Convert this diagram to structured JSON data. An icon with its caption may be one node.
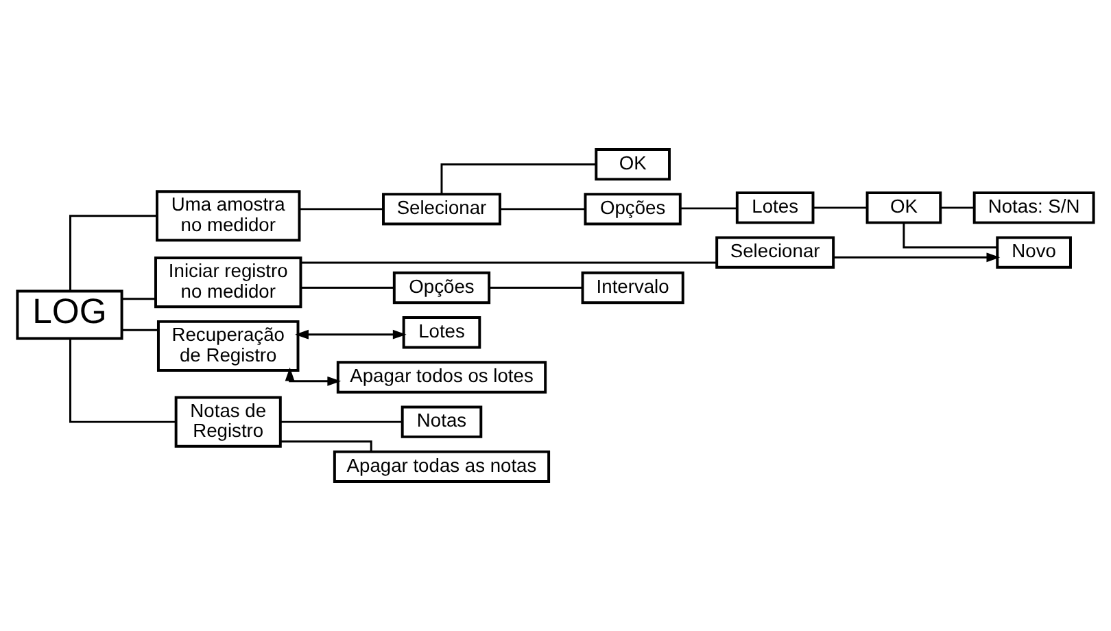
{
  "diagram": {
    "nodes": [
      {
        "text": [
          "LOG"
        ]
      },
      {
        "text": [
          "Uma amostra no medidor"
        ]
      },
      {
        "text": [
          "Selecionar"
        ]
      },
      {
        "text": [
          "OK"
        ]
      },
      {
        "text": [
          "Opções"
        ]
      },
      {
        "text": [
          "Lotes"
        ]
      },
      {
        "text": [
          "OK"
        ]
      },
      {
        "text": [
          "Notas: S/N"
        ]
      },
      {
        "text": [
          "Novo"
        ]
      },
      {
        "text": [
          "Iniciar registro no medidor"
        ]
      },
      {
        "text": [
          "Selecionar"
        ]
      },
      {
        "text": [
          "Opções"
        ]
      },
      {
        "text": [
          "Intervalo"
        ]
      },
      {
        "text": [
          "Recuperação de Registro"
        ]
      },
      {
        "text": [
          "Lotes"
        ]
      },
      {
        "text": [
          "Apagar todos os lotes"
        ]
      },
      {
        "text": [
          "Notas de Registro"
        ]
      },
      {
        "text": [
          "Notas"
        ]
      },
      {
        "text": [
          "Apagar todas as notas"
        ]
      }
    ],
    "edges": [
      {
        "from": 0,
        "to": 1,
        "arrow": "none"
      },
      {
        "from": 1,
        "to": 2,
        "arrow": "none"
      },
      {
        "from": 2,
        "to": 3,
        "arrow": "none"
      },
      {
        "from": 2,
        "to": 4,
        "arrow": "none"
      },
      {
        "from": 4,
        "to": 5,
        "arrow": "none"
      },
      {
        "from": 5,
        "to": 6,
        "arrow": "none"
      },
      {
        "from": 6,
        "to": 7,
        "arrow": "none"
      },
      {
        "from": 6,
        "to": 8,
        "arrow": "none"
      },
      {
        "from": 0,
        "to": 9,
        "arrow": "none"
      },
      {
        "from": 9,
        "to": 10,
        "arrow": "none"
      },
      {
        "from": 10,
        "to": 8,
        "arrow": "to"
      },
      {
        "from": 9,
        "to": 11,
        "arrow": "none"
      },
      {
        "from": 11,
        "to": 12,
        "arrow": "none"
      },
      {
        "from": 0,
        "to": 13,
        "arrow": "none"
      },
      {
        "from": 13,
        "to": 14,
        "arrow": "both"
      },
      {
        "from": 13,
        "to": 15,
        "arrow": "both"
      },
      {
        "from": 0,
        "to": 16,
        "arrow": "none"
      },
      {
        "from": 16,
        "to": 17,
        "arrow": "none"
      },
      {
        "from": 16,
        "to": 18,
        "arrow": "none"
      }
    ]
  }
}
